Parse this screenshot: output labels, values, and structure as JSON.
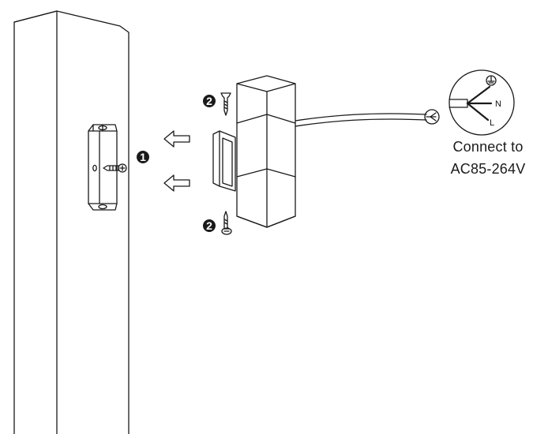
{
  "steps": {
    "mount_bracket": "1",
    "fix_screws": "2"
  },
  "wiring": {
    "neutral": "N",
    "live": "L",
    "ground_symbol": "ground-icon"
  },
  "caption": {
    "line1": "Connect to",
    "line2": "AC85-264V"
  },
  "colors": {
    "line": "#1a1a1a",
    "background": "#ffffff"
  }
}
